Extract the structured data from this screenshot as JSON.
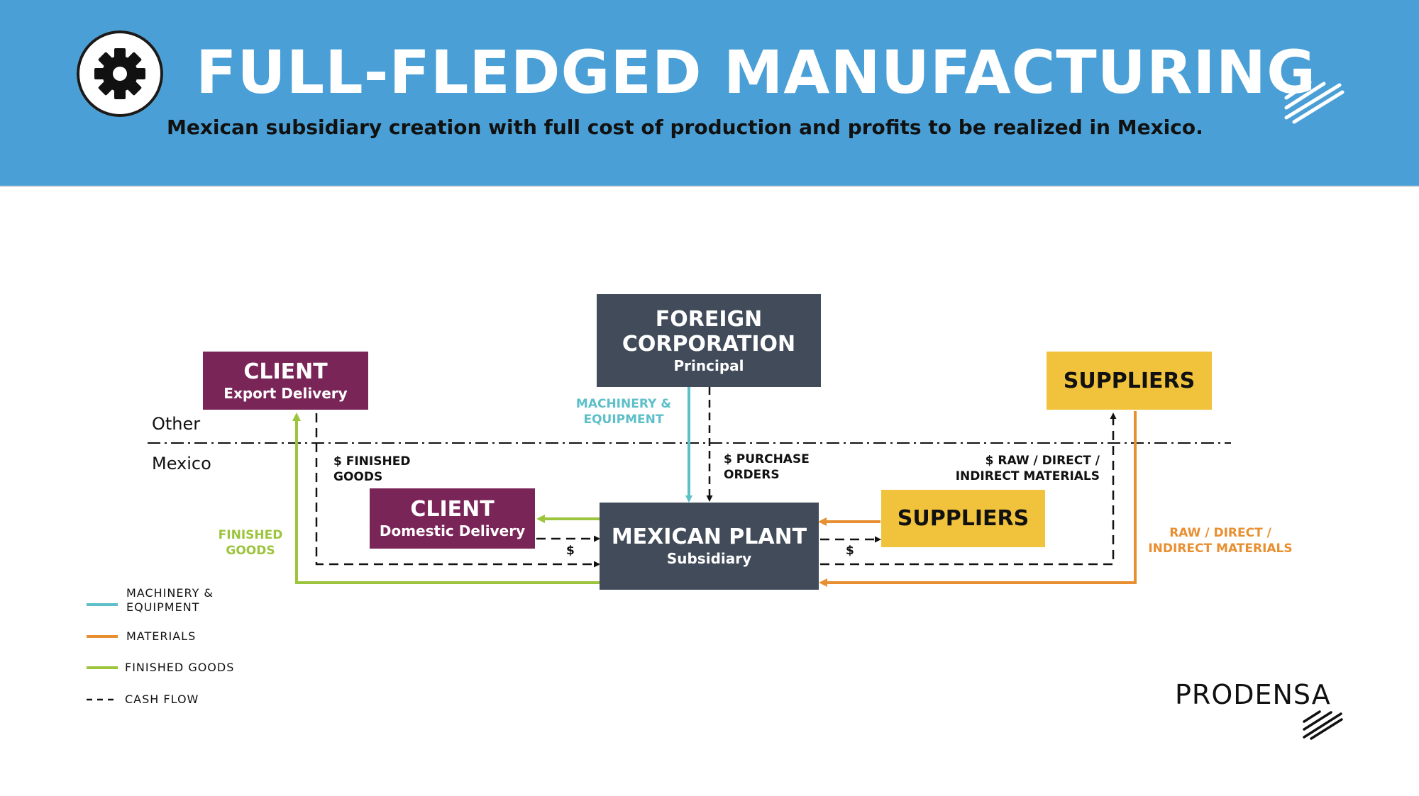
{
  "header": {
    "title": "FULL-FLEDGED MANUFACTURING",
    "subtitle": "Mexican subsidiary creation with full cost of production and profits to be realized in Mexico.",
    "icon": "gear-icon",
    "background": "#4aa0d6"
  },
  "regions": {
    "other": "Other",
    "mexico": "Mexico"
  },
  "nodes": {
    "foreign": {
      "title": "FOREIGN CORPORATION",
      "sub": "Principal"
    },
    "client_export": {
      "title": "CLIENT",
      "sub": "Export Delivery"
    },
    "suppliers_foreign": {
      "title": "SUPPLIERS"
    },
    "client_domestic": {
      "title": "CLIENT",
      "sub": "Domestic Delivery"
    },
    "plant": {
      "title": "MEXICAN PLANT",
      "sub": "Subsidiary"
    },
    "suppliers_mx": {
      "title": "SUPPLIERS"
    }
  },
  "flow_labels": {
    "machinery": "MACHINERY & EQUIPMENT",
    "purchase_orders": "$ PURCHASE ORDERS",
    "finished_goods_cash": "$ FINISHED GOODS",
    "finished_goods": "FINISHED GOODS",
    "raw_cash": "$ RAW / DIRECT / INDIRECT MATERIALS",
    "raw_materials": "RAW / DIRECT / INDIRECT MATERIALS",
    "dollar": "$"
  },
  "legend": [
    {
      "label": "MACHINERY & EQUIPMENT",
      "color": "#5dbfc8",
      "style": "solid"
    },
    {
      "label": "MATERIALS",
      "color": "#e88f31",
      "style": "solid"
    },
    {
      "label": "FINISHED GOODS",
      "color": "#9cc43c",
      "style": "solid"
    },
    {
      "label": "CASH FLOW",
      "color": "#111111",
      "style": "dashed"
    }
  ],
  "brand": {
    "name": "PRODENSA"
  },
  "colors": {
    "dark_box": "#414b5a",
    "plum_box": "#7a2558",
    "gold_box": "#f1c33c",
    "machinery": "#5dbfc8",
    "materials": "#e88f31",
    "finished": "#9cc43c",
    "cash": "#111111"
  }
}
